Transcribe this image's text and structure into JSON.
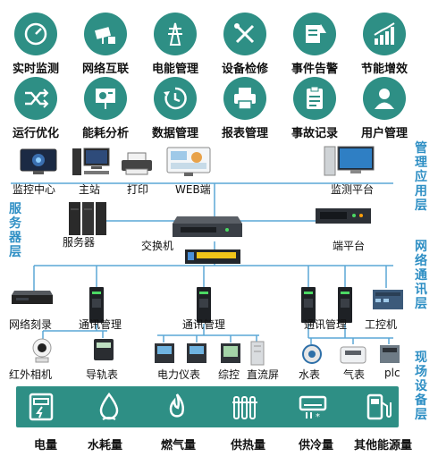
{
  "top_icons": [
    {
      "label": "实时监测",
      "icon": "gauge-icon"
    },
    {
      "label": "网络互联",
      "icon": "camera-icon"
    },
    {
      "label": "电能管理",
      "icon": "tower-icon"
    },
    {
      "label": "设备检修",
      "icon": "tools-icon"
    },
    {
      "label": "事件告警",
      "icon": "alert-icon"
    },
    {
      "label": "节能增效",
      "icon": "growth-chart-icon"
    },
    {
      "label": "运行优化",
      "icon": "shuffle-icon"
    },
    {
      "label": "能耗分析",
      "icon": "presentation-icon"
    },
    {
      "label": "数据管理",
      "icon": "history-icon"
    },
    {
      "label": "报表管理",
      "icon": "printer-icon"
    },
    {
      "label": "事故记录",
      "icon": "clipboard-icon"
    },
    {
      "label": "用户管理",
      "icon": "user-icon"
    }
  ],
  "layers": {
    "app": "管理应用层",
    "server": "服务器层",
    "network": "网络通讯层",
    "field": "现场设备层"
  },
  "devices": {
    "monitor_center": "监控中心",
    "master": "主站",
    "print": "打印",
    "web": "WEB端",
    "monitor_platform": "监测平台",
    "server": "服务器",
    "switch": "交换机",
    "terminal_platform": "端平台",
    "network_recorder": "网络刻录",
    "comm_mgmt_1": "通讯管理",
    "comm_mgmt_2": "通讯管理",
    "comm_mgmt_3": "通讯管理",
    "ipc": "工控机",
    "ir_camera": "红外相机",
    "rail_meter": "导轨表",
    "power_meter": "电力仪表",
    "integrated_ctrl": "综控",
    "dc_screen": "直流屏",
    "water_meter": "水表",
    "gas_meter": "气表",
    "plc": "plc"
  },
  "bottom": [
    {
      "label": "电量",
      "icon": "electricity-meter-icon"
    },
    {
      "label": "水耗量",
      "icon": "water-drop-icon"
    },
    {
      "label": "燃气量",
      "icon": "flame-icon"
    },
    {
      "label": "供热量",
      "icon": "radiator-icon"
    },
    {
      "label": "供冷量",
      "icon": "cooling-icon"
    },
    {
      "label": "其他能源量",
      "icon": "fuel-pump-icon"
    }
  ],
  "colors": {
    "teal": "#2e8f85",
    "blue": "#2f8fc4",
    "line": "#5aa7d6"
  }
}
